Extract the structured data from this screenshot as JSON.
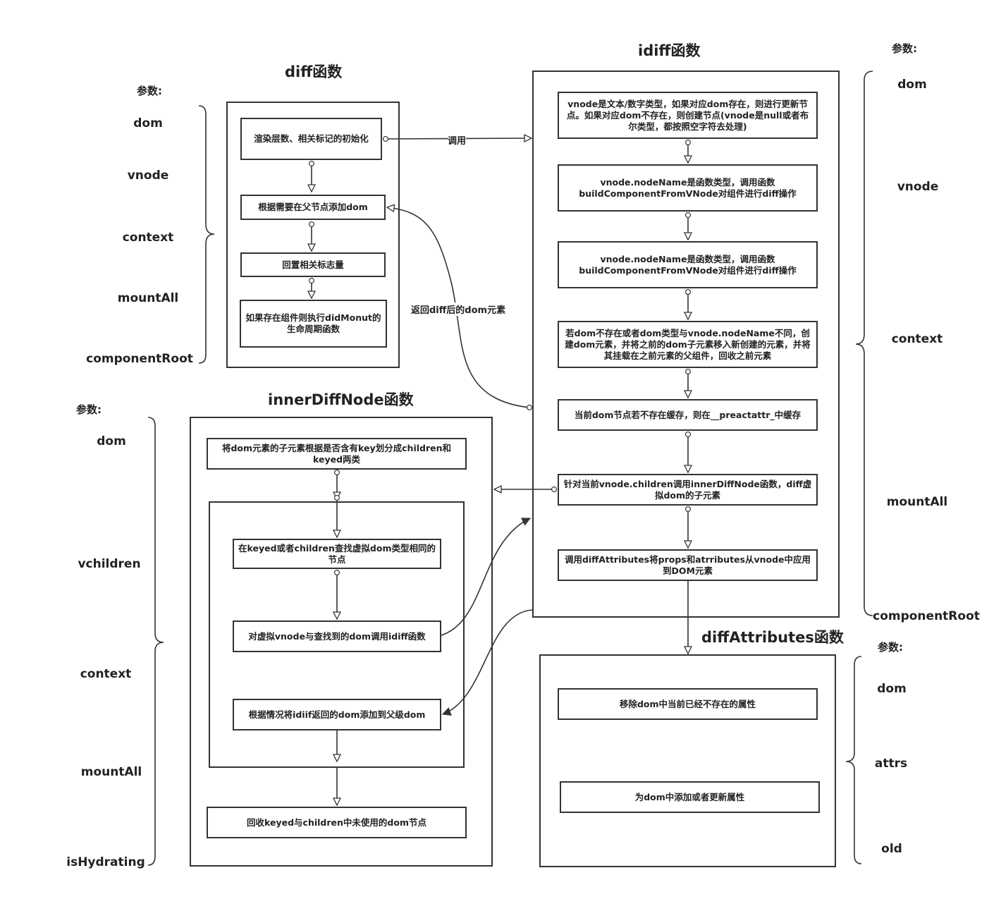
{
  "diff": {
    "title": "diff函数",
    "params_heading": "参数:",
    "params": [
      "dom",
      "vnode",
      "context",
      "mountAll",
      "componentRoot"
    ],
    "steps": [
      "渲染层数、相关标记的初始化",
      "根据需要在父节点添加dom",
      "回置相关标志量",
      "如果存在组件则执行didMonut的生命周期函数"
    ]
  },
  "idiff": {
    "title": "idiff函数",
    "params_heading": "参数:",
    "params": [
      "dom",
      "vnode",
      "context",
      "mountAll",
      "componentRoot"
    ],
    "steps": [
      "vnode是文本/数字类型，如果对应dom存在，则进行更新节点。如果对应dom不存在，则创建节点(vnode是null或者布尔类型，都按照空字符去处理)",
      "vnode.nodeName是函数类型，调用函数buildComponentFromVNode对组件进行diff操作",
      "vnode.nodeName是函数类型，调用函数buildComponentFromVNode对组件进行diff操作",
      "若dom不存在或者dom类型与vnode.nodeName不同，创建dom元素，并将之前的dom子元素移入新创建的元素，并将其挂载在之前元素的父组件，回收之前元素",
      "当前dom节点若不存在缓存，则在__preactattr_中缓存",
      "针对当前vnode.children调用innerDiffNode函数，diff虚拟dom的子元素",
      "调用diffAttributes将props和atrributes从vnode中应用到DOM元素"
    ]
  },
  "innerDiffNode": {
    "title": "innerDiffNode函数",
    "params_heading": "参数:",
    "params": [
      "dom",
      "vchildren",
      "context",
      "mountAll",
      "isHydrating"
    ],
    "steps": [
      "将dom元素的子元素根据是否含有key划分成children和keyed两类",
      "在keyed或者children查找虚拟dom类型相同的节点",
      "对虚拟vnode与查找到的dom调用idiff函数",
      "根据情况将idiif返回的dom添加到父级dom",
      "回收keyed与children中未使用的dom节点"
    ]
  },
  "diffAttributes": {
    "title": "diffAttributes函数",
    "params_heading": "参数:",
    "params": [
      "dom",
      "attrs",
      "old"
    ],
    "steps": [
      "移除dom中当前已经不存在的属性",
      "为dom中添加或者更新属性"
    ]
  },
  "edges": {
    "call": "调用",
    "return_dom": "返回diff后的dom元素"
  }
}
